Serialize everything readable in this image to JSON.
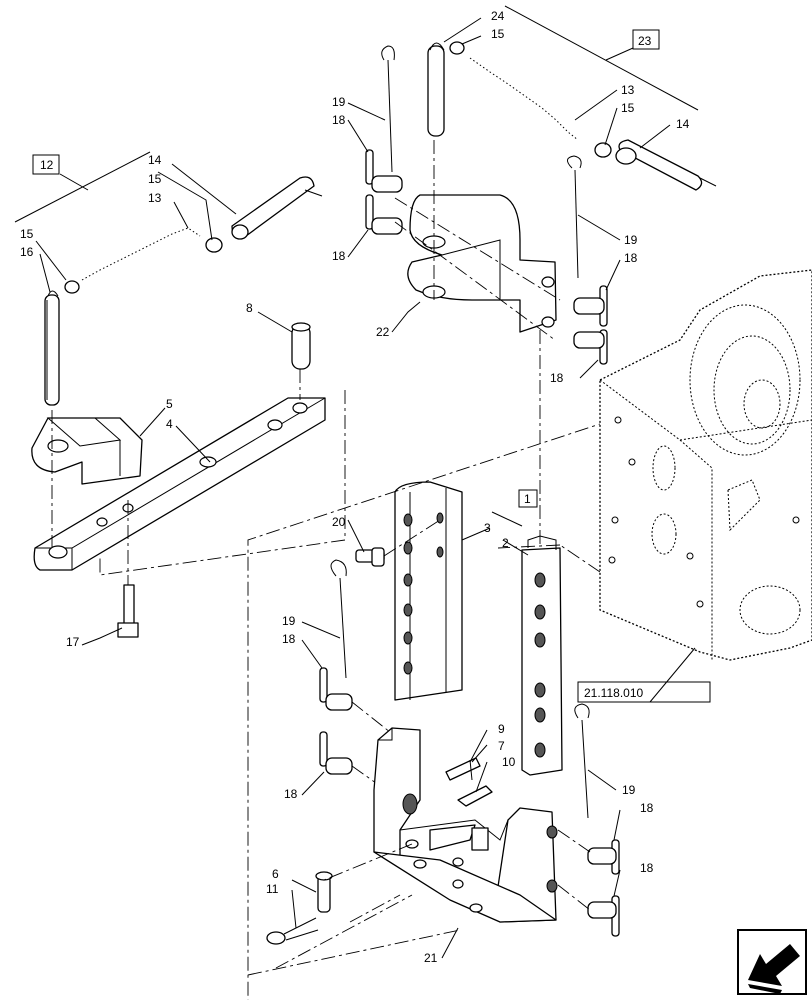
{
  "callouts": {
    "c1": "1",
    "c2": "2",
    "c3": "3",
    "c4": "4",
    "c5": "5",
    "c6": "6",
    "c7": "7",
    "c8": "8",
    "c9": "9",
    "c10": "10",
    "c11": "11",
    "c12": "12",
    "c13a": "13",
    "c13b": "13",
    "c14a": "14",
    "c14b": "14",
    "c15a": "15",
    "c15b": "15",
    "c15c": "15",
    "c15d": "15",
    "c16": "16",
    "c17": "17",
    "c18a": "18",
    "c18b": "18",
    "c18c": "18",
    "c18d": "18",
    "c18e": "18",
    "c18f": "18",
    "c18g": "18",
    "c18h": "18",
    "c19a": "19",
    "c19b": "19",
    "c19c": "19",
    "c19d": "19",
    "c20": "20",
    "c21": "21",
    "c22": "22",
    "c23": "23",
    "c24": "24",
    "ref": "21.118.010"
  },
  "nav_icon": "arrow-back-icon"
}
